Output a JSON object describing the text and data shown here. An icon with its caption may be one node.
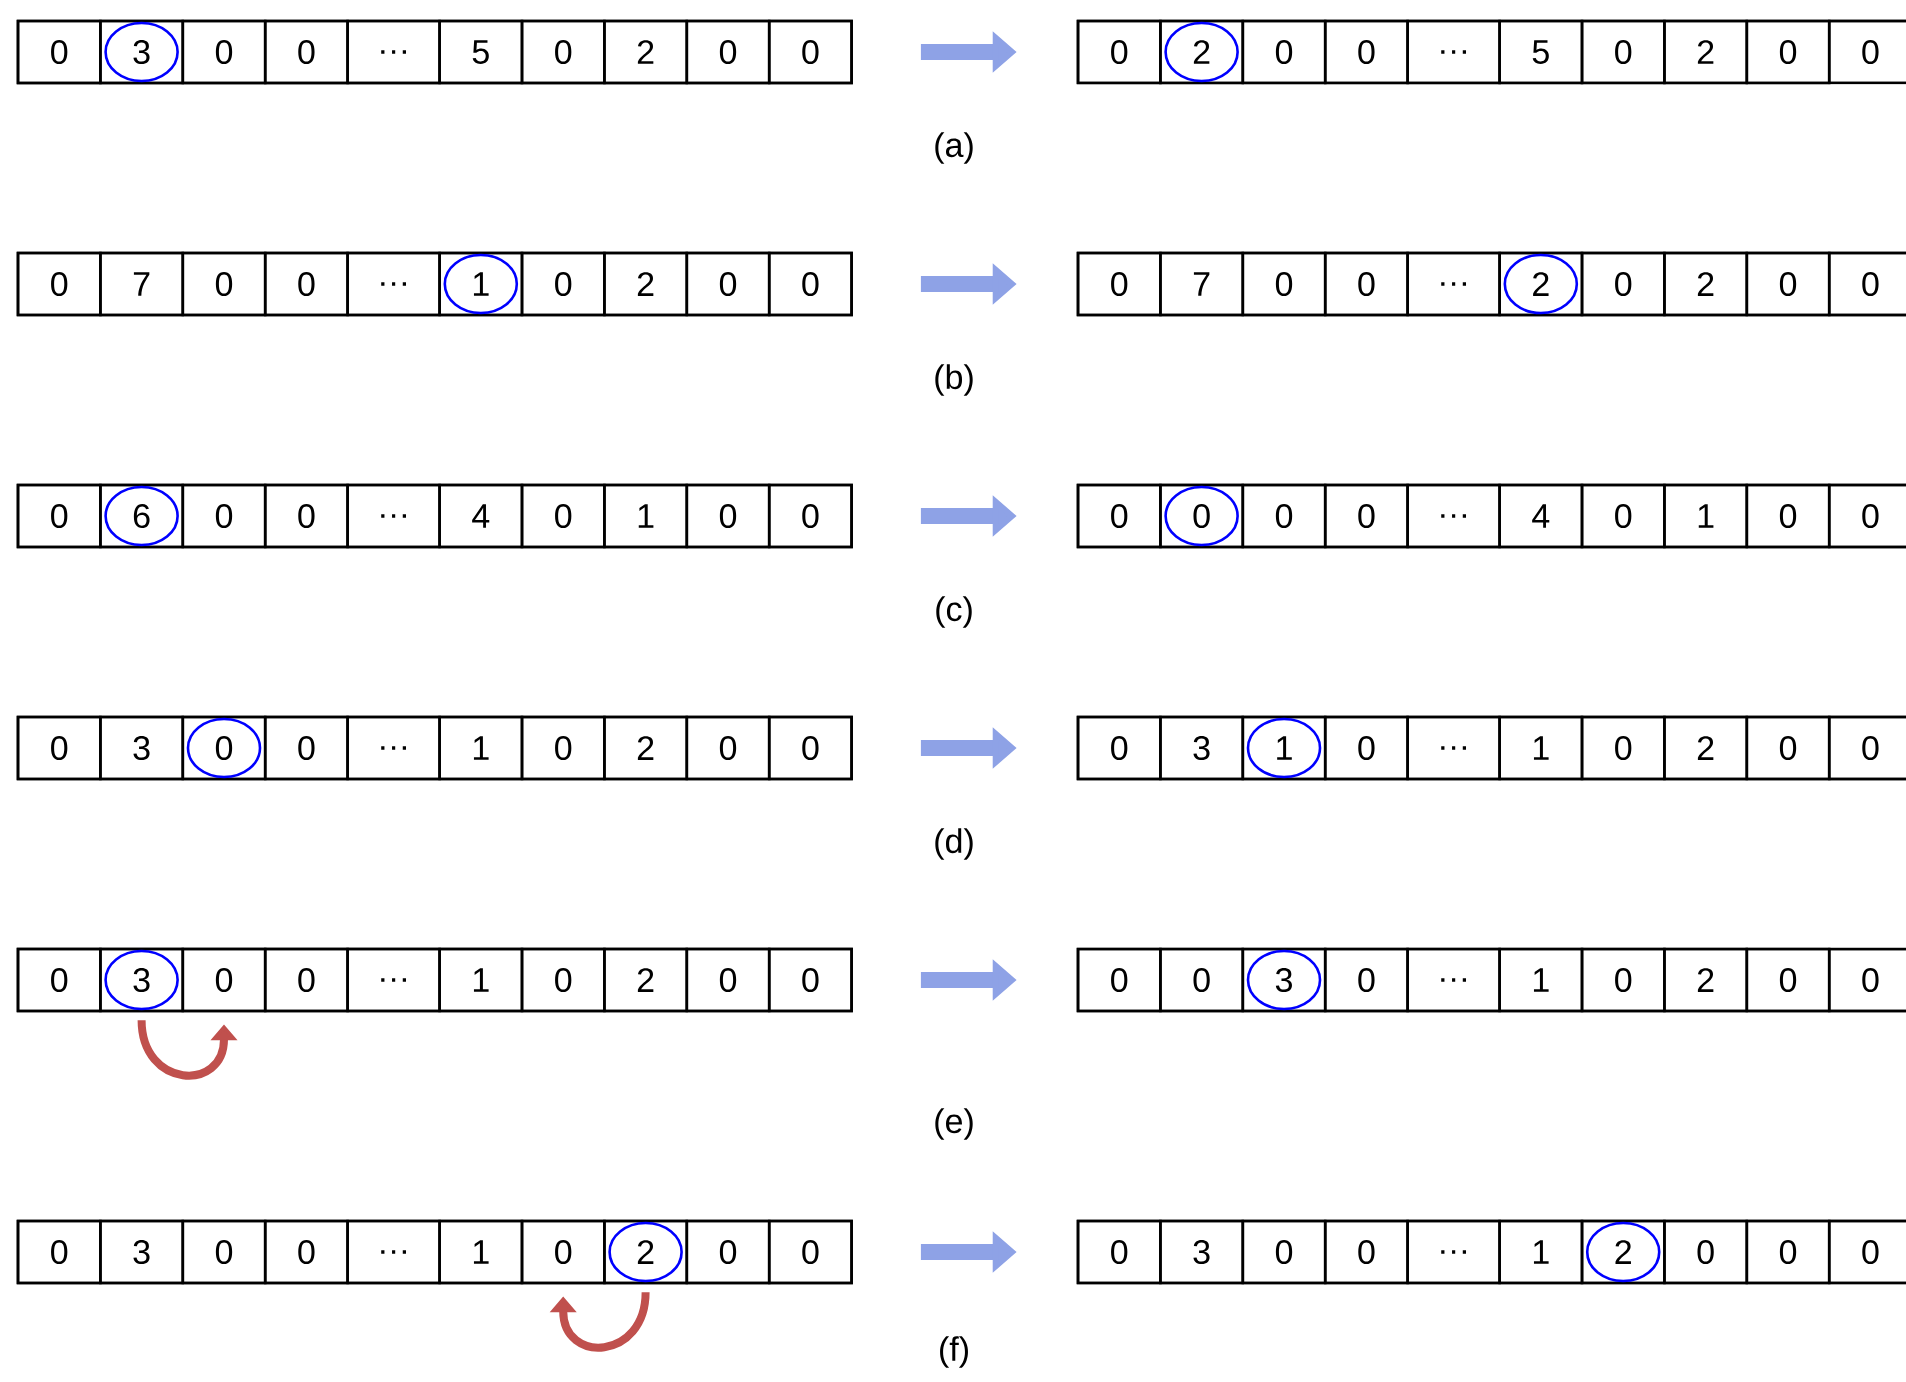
{
  "diagram": {
    "nodes": [
      {
        "text": [],
        "shape": "box"
      },
      {
        "text": [
          "0"
        ],
        "in": 0
      },
      {
        "text": [],
        "shape": "box",
        "in": 0
      },
      {
        "text": [
          "0"
        ],
        "in": 0
      },
      {
        "text": [
          "0"
        ],
        "in": 0
      },
      {
        "text": [
          "…"
        ],
        "in": 0
      },
      {
        "text": [
          "5"
        ],
        "in": 0
      },
      {
        "text": [
          "0"
        ],
        "in": 0
      },
      {
        "text": [
          "2"
        ],
        "in": 0
      },
      {
        "text": [
          "0"
        ],
        "in": 0
      },
      {
        "text": [
          "0"
        ],
        "in": 0
      },
      {
        "text": [],
        "shape": "box"
      },
      {
        "text": [
          "0"
        ],
        "in": 11
      },
      {
        "text": [],
        "shape": "box",
        "in": 11
      },
      {
        "text": [
          "0"
        ],
        "in": 11
      },
      {
        "text": [
          "0"
        ],
        "in": 11
      },
      {
        "text": [
          "…"
        ],
        "in": 11
      },
      {
        "text": [
          "5"
        ],
        "in": 11
      },
      {
        "text": [
          "0"
        ],
        "in": 11
      },
      {
        "text": [
          "2"
        ],
        "in": 11
      },
      {
        "text": [
          "0"
        ],
        "in": 11
      },
      {
        "text": [
          "0"
        ],
        "in": 11
      },
      {
        "text": [],
        "shape": "box"
      },
      {
        "text": [
          "0"
        ],
        "in": 22
      },
      {
        "text": [
          "7"
        ],
        "in": 22
      },
      {
        "text": [
          "0"
        ],
        "in": 22
      },
      {
        "text": [
          "0"
        ],
        "in": 22
      },
      {
        "text": [
          "…"
        ],
        "in": 22
      },
      {
        "text": [],
        "shape": "box",
        "in": 22
      },
      {
        "text": [
          "0"
        ],
        "in": 22
      },
      {
        "text": [
          "2"
        ],
        "in": 22
      },
      {
        "text": [
          "0"
        ],
        "in": 22
      },
      {
        "text": [
          "0"
        ],
        "in": 22
      },
      {
        "text": [],
        "shape": "box"
      },
      {
        "text": [
          "0"
        ],
        "in": 33
      },
      {
        "text": [
          "7"
        ],
        "in": 33
      },
      {
        "text": [
          "0"
        ],
        "in": 33
      },
      {
        "text": [
          "0"
        ],
        "in": 33
      },
      {
        "text": [
          "…"
        ],
        "in": 33
      },
      {
        "text": [],
        "shape": "box",
        "in": 33
      },
      {
        "text": [
          "0"
        ],
        "in": 33
      },
      {
        "text": [
          "2"
        ],
        "in": 33
      },
      {
        "text": [
          "0"
        ],
        "in": 33
      },
      {
        "text": [
          "0"
        ],
        "in": 33
      },
      {
        "text": [],
        "shape": "box"
      },
      {
        "text": [
          "0"
        ],
        "in": 44
      },
      {
        "text": [],
        "shape": "box",
        "in": 44
      },
      {
        "text": [
          "0"
        ],
        "in": 44
      },
      {
        "text": [
          "0"
        ],
        "in": 44
      },
      {
        "text": [
          "…"
        ],
        "in": 44
      },
      {
        "text": [
          "4"
        ],
        "in": 44
      },
      {
        "text": [
          "0"
        ],
        "in": 44
      },
      {
        "text": [
          "1"
        ],
        "in": 44
      },
      {
        "text": [
          "0"
        ],
        "in": 44
      },
      {
        "text": [
          "0"
        ],
        "in": 44
      },
      {
        "text": [],
        "shape": "box"
      },
      {
        "text": [
          "0"
        ],
        "in": 55
      },
      {
        "text": [],
        "shape": "box",
        "in": 55
      },
      {
        "text": [
          "0"
        ],
        "in": 55
      },
      {
        "text": [
          "0"
        ],
        "in": 55
      },
      {
        "text": [
          "…"
        ],
        "in": 55
      },
      {
        "text": [
          "4"
        ],
        "in": 55
      },
      {
        "text": [
          "0"
        ],
        "in": 55
      },
      {
        "text": [
          "1"
        ],
        "in": 55
      },
      {
        "text": [
          "0"
        ],
        "in": 55
      },
      {
        "text": [
          "0"
        ],
        "in": 55
      },
      {
        "text": [],
        "shape": "box"
      },
      {
        "text": [
          "0"
        ],
        "in": 66
      },
      {
        "text": [
          "3"
        ],
        "in": 66
      },
      {
        "text": [],
        "shape": "box",
        "in": 66
      },
      {
        "text": [
          "0"
        ],
        "in": 66
      },
      {
        "text": [
          "…"
        ],
        "in": 66
      },
      {
        "text": [
          "1"
        ],
        "in": 66
      },
      {
        "text": [
          "0"
        ],
        "in": 66
      },
      {
        "text": [
          "2"
        ],
        "in": 66
      },
      {
        "text": [
          "0"
        ],
        "in": 66
      },
      {
        "text": [
          "0"
        ],
        "in": 66
      },
      {
        "text": [],
        "shape": "box"
      },
      {
        "text": [
          "0"
        ],
        "in": 77
      },
      {
        "text": [
          "3"
        ],
        "in": 77
      },
      {
        "text": [],
        "shape": "box",
        "in": 77
      },
      {
        "text": [
          "0"
        ],
        "in": 77
      },
      {
        "text": [
          "…"
        ],
        "in": 77
      },
      {
        "text": [
          "1"
        ],
        "in": 77
      },
      {
        "text": [
          "0"
        ],
        "in": 77
      },
      {
        "text": [
          "2"
        ],
        "in": 77
      },
      {
        "text": [
          "0"
        ],
        "in": 77
      },
      {
        "text": [
          "0"
        ],
        "in": 77
      },
      {
        "text": [],
        "shape": "box"
      },
      {
        "text": [
          "0"
        ],
        "in": 88
      },
      {
        "text": [],
        "shape": "box",
        "in": 88
      },
      {
        "text": [
          "0"
        ],
        "in": 88
      },
      {
        "text": [
          "0"
        ],
        "in": 88
      },
      {
        "text": [
          "…"
        ],
        "in": 88
      },
      {
        "text": [
          "1"
        ],
        "in": 88
      },
      {
        "text": [
          "0"
        ],
        "in": 88
      },
      {
        "text": [
          "2"
        ],
        "in": 88
      },
      {
        "text": [
          "0"
        ],
        "in": 88
      },
      {
        "text": [
          "0"
        ],
        "in": 88
      },
      {
        "text": [],
        "shape": "box"
      },
      {
        "text": [
          "0"
        ],
        "in": 99
      },
      {
        "text": [
          "0"
        ],
        "in": 99
      },
      {
        "text": [],
        "shape": "box",
        "in": 99
      },
      {
        "text": [
          "0"
        ],
        "in": 99
      },
      {
        "text": [
          "…"
        ],
        "in": 99
      },
      {
        "text": [
          "1"
        ],
        "in": 99
      },
      {
        "text": [
          "0"
        ],
        "in": 99
      },
      {
        "text": [
          "2"
        ],
        "in": 99
      },
      {
        "text": [
          "0"
        ],
        "in": 99
      },
      {
        "text": [
          "0"
        ],
        "in": 99
      },
      {
        "text": [],
        "shape": "box"
      },
      {
        "text": [
          "0"
        ],
        "in": 110
      },
      {
        "text": [
          "3"
        ],
        "in": 110
      },
      {
        "text": [
          "0"
        ],
        "in": 110
      },
      {
        "text": [
          "0"
        ],
        "in": 110
      },
      {
        "text": [
          "…"
        ],
        "in": 110
      },
      {
        "text": [
          "1"
        ],
        "in": 110
      },
      {
        "text": [
          "0"
        ],
        "in": 110
      },
      {
        "text": [],
        "shape": "box",
        "in": 110
      },
      {
        "text": [
          "0"
        ],
        "in": 110
      },
      {
        "text": [
          "0"
        ],
        "in": 110
      },
      {
        "text": [],
        "shape": "box"
      },
      {
        "text": [
          "0"
        ],
        "in": 121
      },
      {
        "text": [
          "3"
        ],
        "in": 121
      },
      {
        "text": [
          "0"
        ],
        "in": 121
      },
      {
        "text": [
          "0"
        ],
        "in": 121
      },
      {
        "text": [
          "…"
        ],
        "in": 121
      },
      {
        "text": [
          "1"
        ],
        "in": 121
      },
      {
        "text": [],
        "shape": "box",
        "in": 121
      },
      {
        "text": [
          "0"
        ],
        "in": 121
      },
      {
        "text": [
          "0"
        ],
        "in": 121
      },
      {
        "text": [
          "0"
        ],
        "in": 121
      },
      {
        "text": [
          "3"
        ],
        "in": 2
      },
      {
        "text": [
          "2"
        ],
        "in": 13
      },
      {
        "text": [
          "1"
        ],
        "in": 28
      },
      {
        "text": [
          "2"
        ],
        "in": 39
      },
      {
        "text": [
          "6"
        ],
        "in": 46
      },
      {
        "text": [
          "0"
        ],
        "in": 57
      },
      {
        "text": [
          "0"
        ],
        "in": 69
      },
      {
        "text": [
          "1"
        ],
        "in": 80
      },
      {
        "text": [
          "3"
        ],
        "in": 90
      },
      {
        "text": [
          "3"
        ],
        "in": 102
      },
      {
        "text": [
          "2"
        ],
        "in": 118
      },
      {
        "text": [
          "2"
        ],
        "in": 128
      }
    ],
    "edges": [
      {
        "from": 0,
        "to": 11,
        "arrow": "to"
      },
      {
        "from": 22,
        "to": 33,
        "arrow": "to"
      },
      {
        "from": 44,
        "to": 55,
        "arrow": "to"
      },
      {
        "from": 66,
        "to": 77,
        "arrow": "to"
      },
      {
        "from": 88,
        "to": 99,
        "arrow": "to"
      },
      {
        "from": 110,
        "to": 121,
        "arrow": "to"
      },
      {
        "from": 90,
        "to": 91,
        "arrow": "to",
        "color": "#c0504d"
      },
      {
        "from": 118,
        "to": 117,
        "arrow": "to",
        "color": "#c0504d"
      }
    ],
    "labels": [
      "(a)",
      "(b)",
      "(c)",
      "(d)",
      "(e)",
      "(f)"
    ]
  }
}
